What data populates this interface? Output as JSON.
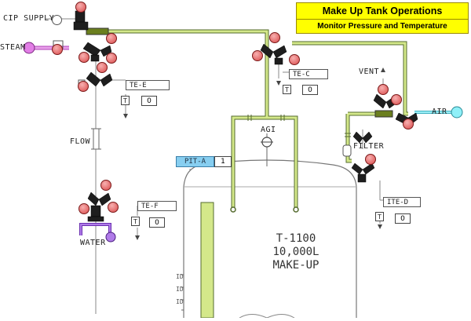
{
  "header": {
    "title": "Make Up Tank Operations",
    "subtitle": "Monitor Pressure and Temperature"
  },
  "labels": {
    "cip_supply": "CIP SUPPLY",
    "steam": "STEAM",
    "flow": "FLOW",
    "water": "WATER",
    "agi": "AGI",
    "vent": "VENT",
    "air": "AIR",
    "filter": "FILTER"
  },
  "instruments": {
    "te_e": {
      "tag": "TE-E",
      "t_label": "T",
      "value": "0"
    },
    "te_c": {
      "tag": "TE-C",
      "t_label": "T",
      "value": "0"
    },
    "te_f": {
      "tag": "TE-F",
      "t_label": "T",
      "value": "0"
    },
    "ite_d": {
      "tag": "ITE-D",
      "t_label": "T",
      "value": "0"
    },
    "pit_a": {
      "tag": "PIT-A",
      "value": "1"
    }
  },
  "tank": {
    "id": "T-1100",
    "capacity": "10,000L",
    "name": "MAKE-UP"
  },
  "colors": {
    "title_panel": "#ffff00",
    "process_pipe": "#d4e88a",
    "valve_body": "#1e1e1e",
    "valve_actuator": "#e86a6a",
    "steam_line": "#e27ee6",
    "water_line": "#9b59d6",
    "air_line": "#7fe3f0",
    "pit_tag": "#87cef0"
  }
}
